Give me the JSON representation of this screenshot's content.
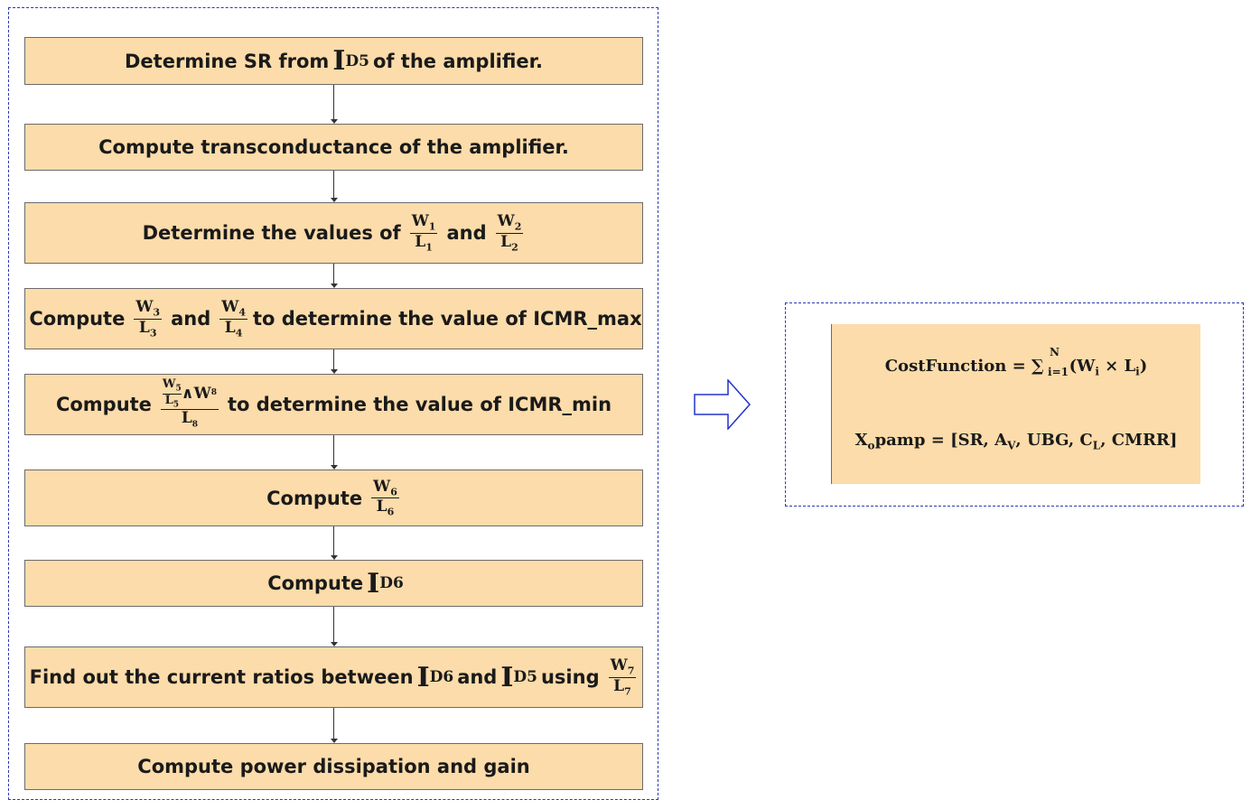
{
  "steps": {
    "s1": {
      "pre": "Determine SR from",
      "sym": "I",
      "sub": "D5",
      "post": "of the amplifier."
    },
    "s2": {
      "text": "Compute transconductance of the amplifier."
    },
    "s3": {
      "pre": "Determine the values of",
      "f1_num": "W",
      "f1_num_sub": "1",
      "f1_den": "L",
      "f1_den_sub": "1",
      "mid": "and",
      "f2_num": "W",
      "f2_num_sub": "2",
      "f2_den": "L",
      "f2_den_sub": "2"
    },
    "s4": {
      "pre": "Compute",
      "f1_num": "W",
      "f1_num_sub": "3",
      "f1_den": "L",
      "f1_den_sub": "3",
      "mid": "and",
      "f2_num": "W",
      "f2_num_sub": "4",
      "f2_den": "L",
      "f2_den_sub": "4",
      "post": "to determine the value of ICMR_max"
    },
    "s5": {
      "pre": "Compute",
      "in_num": "W",
      "in_num_sub": "5",
      "in_den": "L",
      "in_den_sub": "5",
      "op": "∧W",
      "op_sub": "8",
      "den": "L",
      "den_sub": "8",
      "post": "to determine the value of ICMR_min"
    },
    "s6": {
      "pre": "Compute",
      "num": "W",
      "num_sub": "6",
      "den": "L",
      "den_sub": "6"
    },
    "s7": {
      "pre": "Compute",
      "sym": "I",
      "sub": "D6"
    },
    "s8": {
      "pre": "Find out the current ratios between",
      "sym1": "I",
      "sub1": "D6",
      "mid": "and",
      "sym2": "I",
      "sub2": "D5",
      "using": "using",
      "num": "W",
      "num_sub": "7",
      "den": "L",
      "den_sub": "7"
    },
    "s9": {
      "text": "Compute power dissipation and gain"
    }
  },
  "cost": {
    "lhs": "CostFunction",
    "eq": "=",
    "sum": "∑",
    "upper": "N",
    "lower": "i=1",
    "body_open": "(W",
    "w_sub": "i",
    "times": "× L",
    "l_sub": "i",
    "body_close": ")",
    "x_lhs": "X",
    "x_sub": "o",
    "x_rest": "pamp =",
    "vec_open": "[SR, A",
    "av_sub": "V",
    "vec_mid": ", UBG, C",
    "cl_sub": "L",
    "vec_close": ", CMRR]"
  },
  "colors": {
    "box_fill": "#fcdcaa",
    "frame": "#2b3bb0",
    "arrow": "#2233cc"
  }
}
